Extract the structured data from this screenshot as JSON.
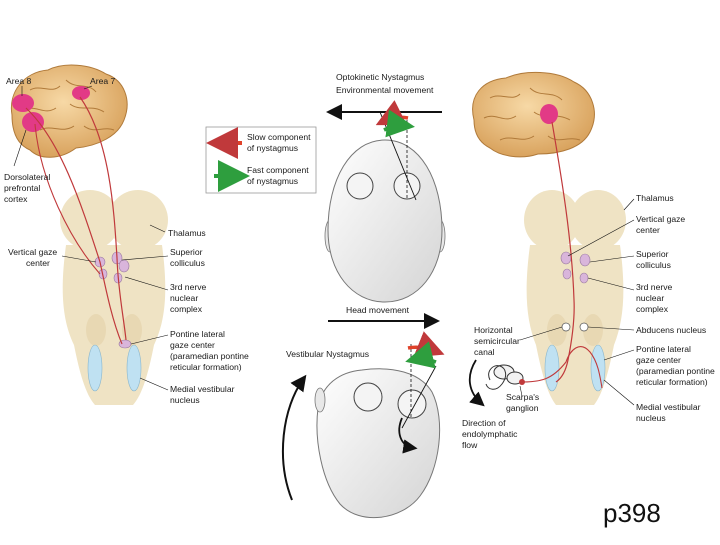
{
  "left_panel": {
    "area8": "Area 8",
    "area7": "Area 7",
    "dlpfc": [
      "Dorsolateral",
      "prefrontal",
      "cortex"
    ],
    "thalamus": "Thalamus",
    "vgc": [
      "Vertical gaze",
      "center"
    ],
    "sup_coll": [
      "Superior",
      "colliculus"
    ],
    "third_nerve": [
      "3rd nerve",
      "nuclear",
      "complex"
    ],
    "pplg": [
      "Pontine lateral",
      "gaze center",
      "(paramedian pontine",
      "reticular formation)"
    ],
    "mvn": [
      "Medial vestibular",
      "nucleus"
    ]
  },
  "center_panel": {
    "okn_title": "Optokinetic Nystagmus",
    "okn_sub": "Environmental movement",
    "legend_slow": [
      "Slow component",
      "of nystagmus"
    ],
    "legend_fast": [
      "Fast component",
      "of nystagmus"
    ],
    "head_movement": "Head movement",
    "vn_title": "Vestibular Nystagmus"
  },
  "right_panel": {
    "thalamus": "Thalamus",
    "vgc": [
      "Vertical gaze",
      "center"
    ],
    "sup_coll": [
      "Superior",
      "colliculus"
    ],
    "third_nerve": [
      "3rd nerve",
      "nuclear",
      "complex"
    ],
    "abducens": "Abducens nucleus",
    "pplg": [
      "Pontine lateral",
      "gaze center",
      "(paramedian pontine",
      "reticular formation)"
    ],
    "mvn": [
      "Medial vestibular",
      "nucleus"
    ],
    "hsc": [
      "Horizontal",
      "semicircular",
      "canal"
    ],
    "scarpa": [
      "Scarpa's",
      "ganglion"
    ],
    "endo": [
      "Direction of",
      "endolymphatic",
      "flow"
    ]
  },
  "page": {
    "label": "p398"
  },
  "colors": {
    "pathway": "#c0393b",
    "cortex": "#e23a86",
    "slow": "#e0422a",
    "fast": "#2e9e3e",
    "brainstem": "#efe3c4",
    "nucleus": "#bfe1f2"
  }
}
